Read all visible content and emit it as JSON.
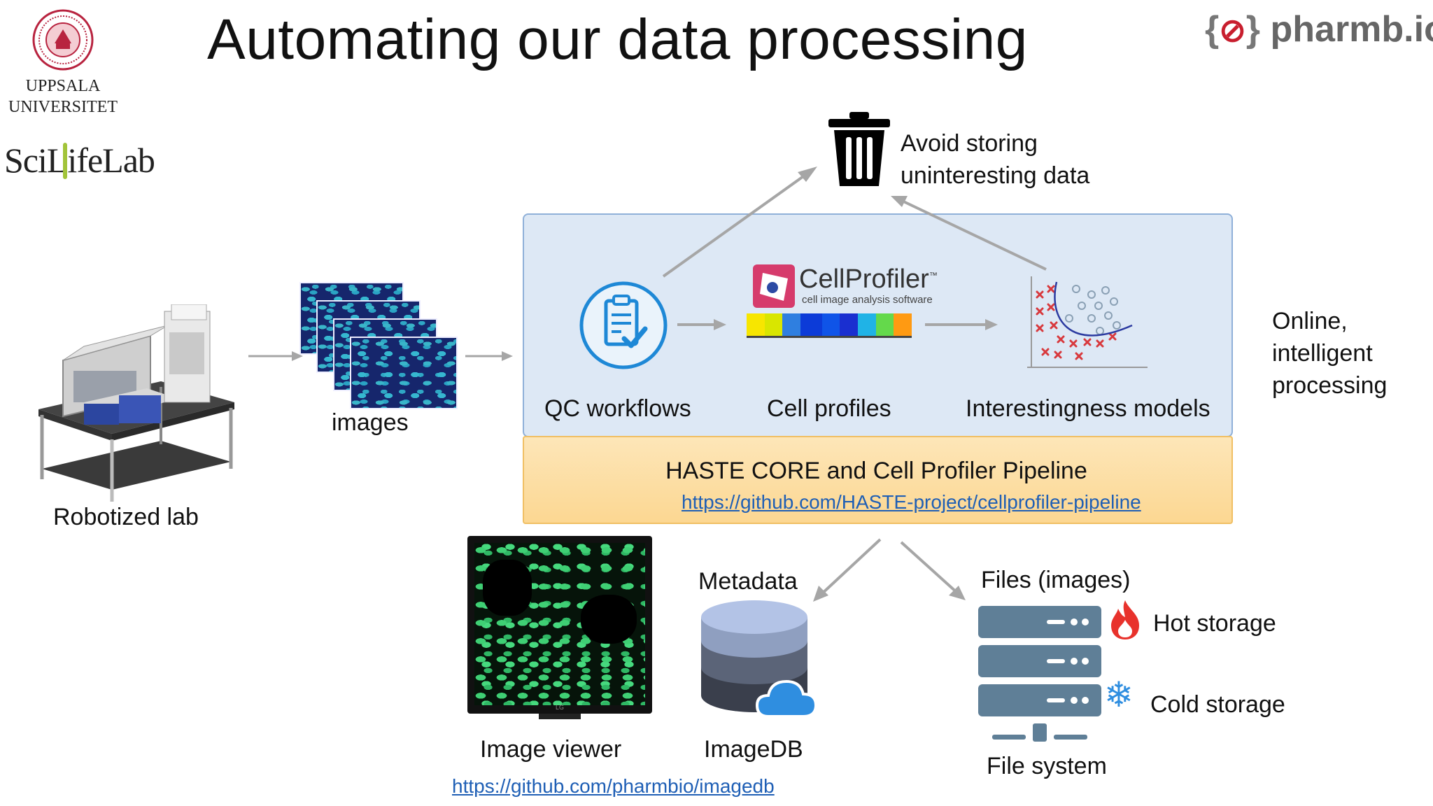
{
  "slide": {
    "title": "Automating our data processing"
  },
  "logos": {
    "uppsala_line1": "UPPSALA",
    "uppsala_line2": "UNIVERSITET",
    "scilifelab": "SciLifeLab",
    "pharmbio": "pharmb.io"
  },
  "flow": {
    "robot_label": "Robotized lab",
    "images_label": "images",
    "trash_line1": "Avoid storing",
    "trash_line2": "uninteresting data",
    "qc_label": "QC workflows",
    "profiles_label": "Cell profiles",
    "models_label": "Interestingness models",
    "online_line1": "Online,",
    "online_line2": "intelligent",
    "online_line3": "processing",
    "cellprofiler_name": "CellProfiler",
    "cellprofiler_tm": "™",
    "cellprofiler_sub": "cell image analysis software"
  },
  "haste": {
    "title": "HASTE CORE and Cell Profiler Pipeline",
    "link": "https://github.com/HASTE-project/cellprofiler-pipeline"
  },
  "outputs": {
    "metadata_label": "Metadata",
    "files_label": "Files (images)",
    "hot_label": "Hot storage",
    "cold_label": "Cold storage",
    "filesystem_label": "File system",
    "viewer_label": "Image viewer",
    "imagedb_label": "ImageDB",
    "imagedb_link": "https://github.com/pharmbio/imagedb",
    "monitor_brand": "LG"
  },
  "colors": {
    "panel_blue": "#dde8f5",
    "panel_orange": "#fcd792",
    "link_blue": "#1f5fb5",
    "arrow_gray": "#a6a6a6",
    "qc_icon_blue": "#1e88d6",
    "server_slate": "#5f7f97"
  },
  "icons": {
    "trash": "trash-icon",
    "qc": "clipboard-check-icon",
    "hot": "flame-icon",
    "cold": "snowflake-icon",
    "cloud": "cloud-icon",
    "database": "database-icon",
    "server": "server-icon"
  }
}
